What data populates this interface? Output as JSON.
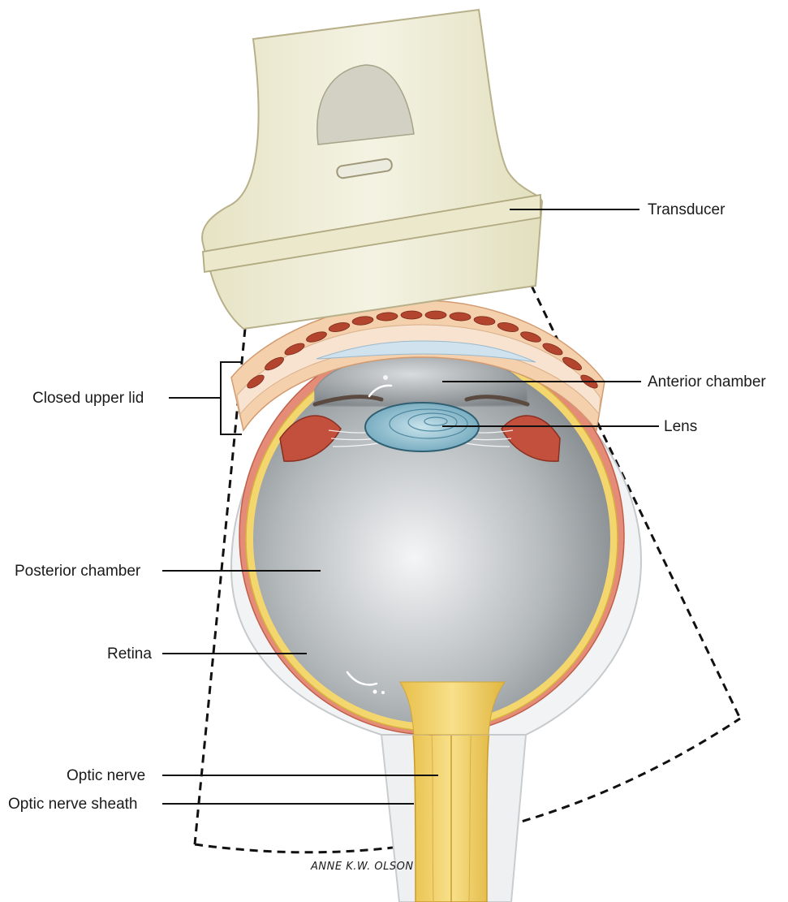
{
  "labels": {
    "transducer": "Transducer",
    "closed_upper_lid": "Closed upper lid",
    "anterior_chamber": "Anterior chamber",
    "lens": "Lens",
    "posterior_chamber": "Posterior chamber",
    "retina": "Retina",
    "optic_nerve": "Optic nerve",
    "optic_nerve_sheath": "Optic nerve sheath"
  },
  "artist_signature": "ANNE K.W. OLSON",
  "colors": {
    "transducer_body": "#eeecd2",
    "transducer_outline": "#b8b08a",
    "lid_skin": "#f3cfa8",
    "lid_muscle": "#b8442e",
    "sclera": "#f1f1f1",
    "choroid": "#e07f6c",
    "retina": "#f2d36b",
    "vitreous": "#9aa0a4",
    "lens": "#8fbfd0",
    "optic_nerve": "#f5d46a"
  }
}
